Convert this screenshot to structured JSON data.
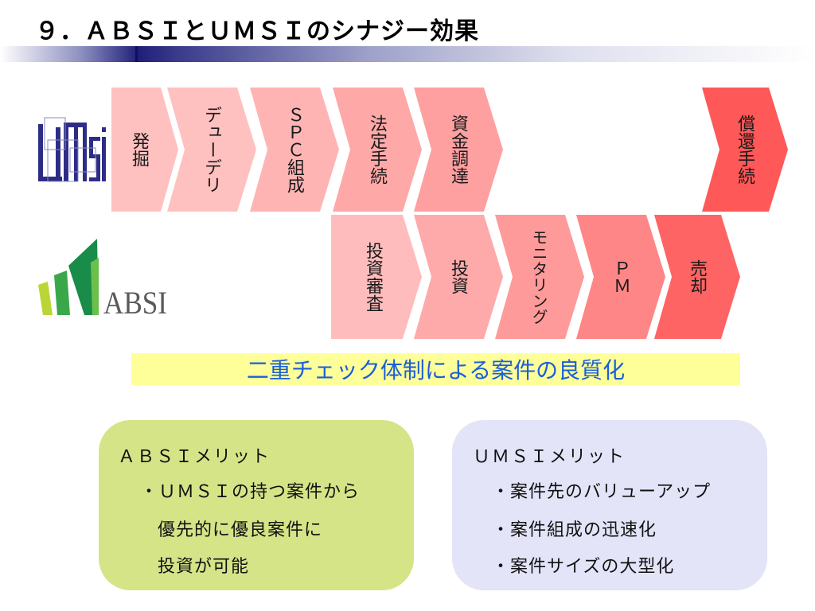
{
  "title": "９．ＡＢＳＩとＵＭＳＩのシナジー効果",
  "logos": {
    "umsi": {
      "text": "UMSI",
      "color": "#2e2d86"
    },
    "absi": {
      "text": "ABSI",
      "color": "#5a5a5a",
      "accent": "#1a8c4a",
      "accent2": "#b9d636"
    }
  },
  "umsi_row": [
    {
      "label": "発掘",
      "color": "#ffc0c0"
    },
    {
      "label": "デューデリ",
      "color": "#ffc0c0"
    },
    {
      "label": "ＳＰＣ組成",
      "color": "#ffb4b4"
    },
    {
      "label": "法定手続",
      "color": "#ffa8a8"
    },
    {
      "label": "資金調達",
      "color": "#ffa0a0"
    },
    {
      "label": "償還手続",
      "color": "#ff5858"
    }
  ],
  "absi_row": [
    {
      "label": "投資審査",
      "color": "#ffbcbc"
    },
    {
      "label": "投資",
      "color": "#ffaaaa"
    },
    {
      "label": "モニタリング",
      "color": "#ff9a9a"
    },
    {
      "label": "ＰＭ",
      "color": "#ff8686"
    },
    {
      "label": "売却",
      "color": "#ff6464"
    }
  ],
  "banner": "二重チェック体制による案件の良質化",
  "merits": {
    "absi": {
      "title": "ＡＢＳＩメリット",
      "color": "#d5e487",
      "lines": [
        "・ＵＭＳＩの持つ案件から",
        "優先的に優良案件に",
        "投資が可能"
      ]
    },
    "umsi": {
      "title": "ＵＭＳＩメリット",
      "color": "#e3e4f8",
      "lines": [
        "・案件先のバリューアップ",
        "・案件組成の迅速化",
        "・案件サイズの大型化"
      ]
    }
  }
}
